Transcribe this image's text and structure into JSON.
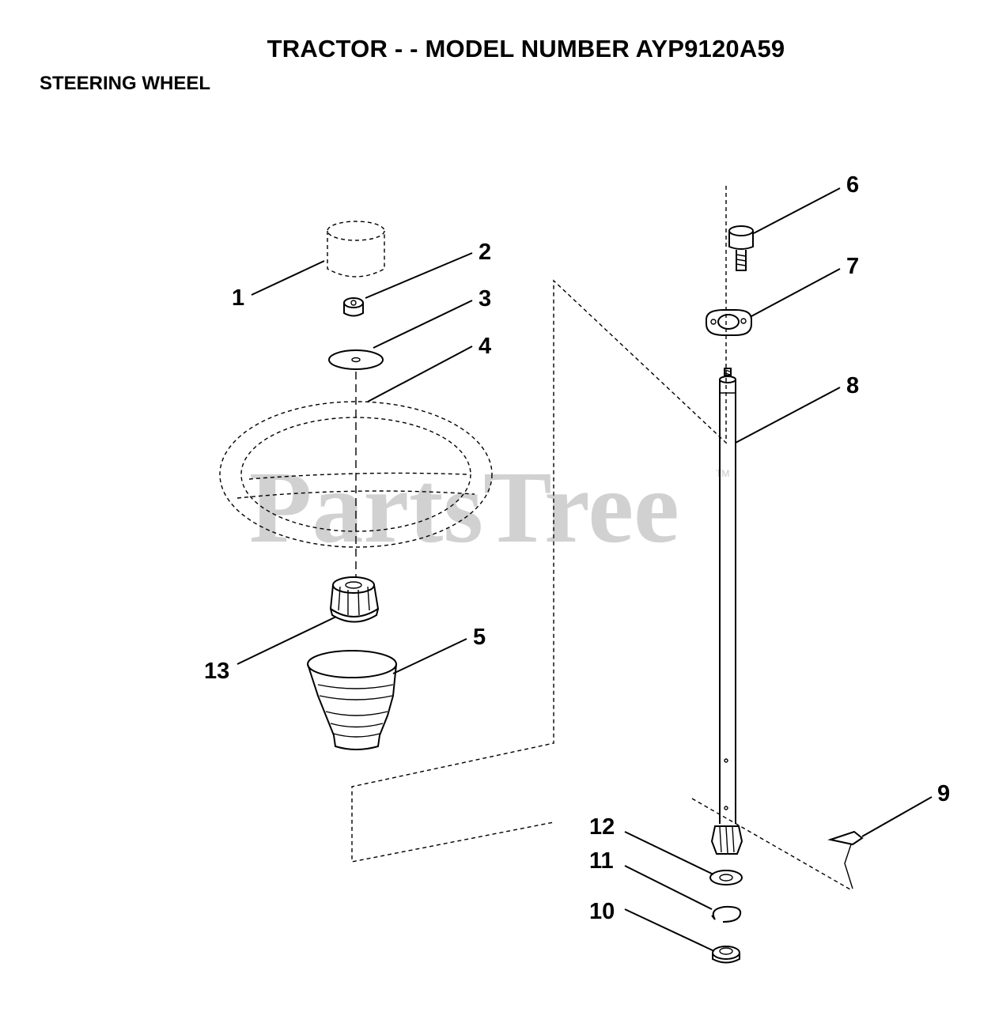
{
  "header": {
    "title": "TRACTOR - - MODEL NUMBER AYP9120A59",
    "section": "STEERING WHEEL"
  },
  "watermark": {
    "text": "PartsTree",
    "tm": "TM"
  },
  "callouts": [
    {
      "id": "1",
      "label": "1"
    },
    {
      "id": "2",
      "label": "2"
    },
    {
      "id": "3",
      "label": "3"
    },
    {
      "id": "4",
      "label": "4"
    },
    {
      "id": "5",
      "label": "5"
    },
    {
      "id": "6",
      "label": "6"
    },
    {
      "id": "7",
      "label": "7"
    },
    {
      "id": "8",
      "label": "8"
    },
    {
      "id": "9",
      "label": "9"
    },
    {
      "id": "10",
      "label": "10"
    },
    {
      "id": "11",
      "label": "11"
    },
    {
      "id": "12",
      "label": "12"
    },
    {
      "id": "13",
      "label": "13"
    }
  ]
}
